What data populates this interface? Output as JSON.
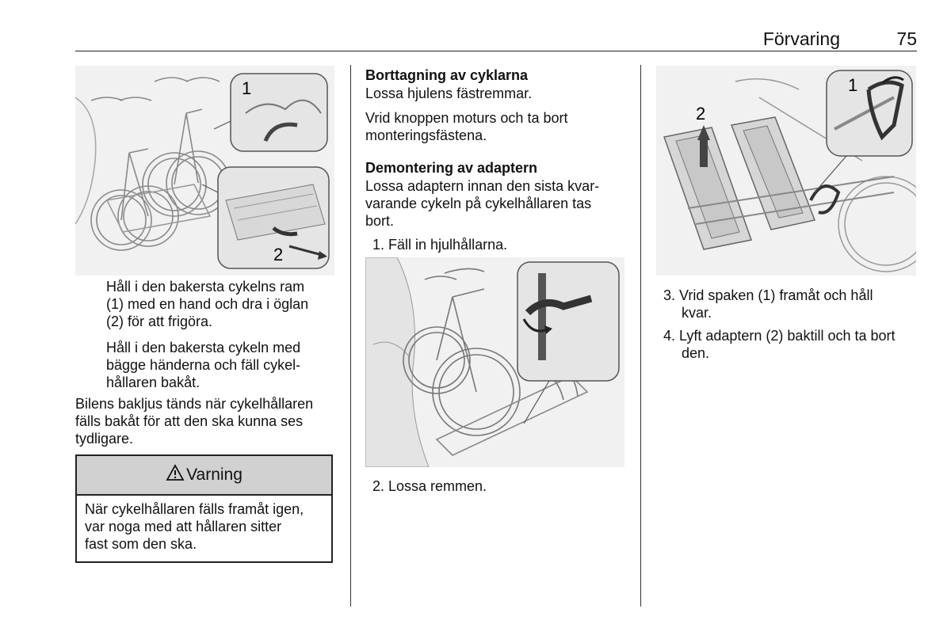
{
  "header": {
    "title": "Förvaring",
    "page_number": "75"
  },
  "figures": {
    "left_callouts": [
      "1",
      "2"
    ],
    "middle_callouts": [],
    "right_callouts": [
      "1",
      "2"
    ]
  },
  "col1": {
    "para_1": [
      "Håll i den bakersta cykelns ram",
      "(1) med en hand och dra i öglan",
      "(2) för att frigöra."
    ],
    "para_2": [
      "Håll i den bakersta cykeln med",
      "bägge händerna och fäll cykel-",
      "hållaren bakåt."
    ],
    "para_3": [
      "Bilens bakljus tänds när cykelhållaren",
      "fälls bakåt för att den ska kunna ses",
      "tydligare."
    ],
    "warning": {
      "title": "Varning",
      "icon": "warning-triangle-icon",
      "body": [
        "När cykelhållaren fälls framåt igen,",
        "var noga med att hållaren sitter",
        "fast som den ska."
      ]
    }
  },
  "col2": {
    "heading_1": "Borttagning av cyklarna",
    "para_1": "Lossa hjulens fästremmar.",
    "para_2": [
      "Vrid knoppen moturs och ta bort",
      "monteringsfästena."
    ],
    "heading_2": "Demontering av adaptern",
    "para_3": [
      "Lossa adaptern innan den sista kvar-",
      "varande cykeln på cykelhållaren tas",
      "bort."
    ],
    "step_1": "1. Fäll in hjulhållarna.",
    "step_2": "2. Lossa remmen."
  },
  "col3": {
    "step_3": [
      "3. Vrid spaken (1) framåt och håll",
      "kvar."
    ],
    "step_4": [
      "4. Lyft adaptern (2) baktill och ta bort",
      "den."
    ]
  }
}
